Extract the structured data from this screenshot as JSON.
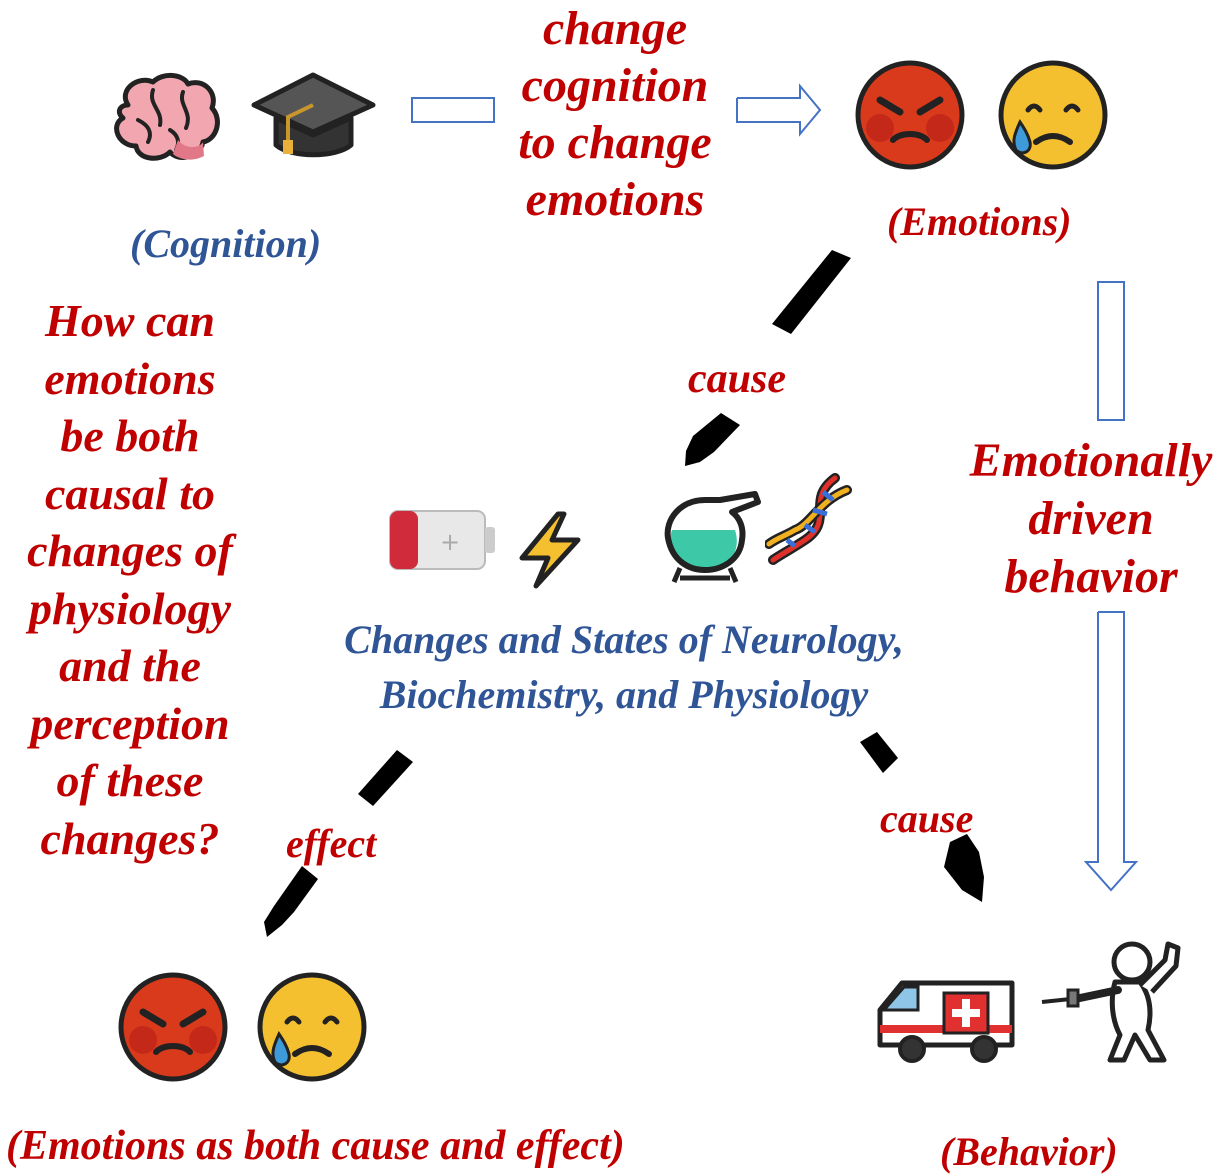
{
  "labels": {
    "cognition": "(Cognition)",
    "emotions_top": "(Emotions)",
    "change_top": [
      "change",
      "cognition",
      "to change",
      "emotions"
    ],
    "question": [
      "How can",
      "emotions",
      "be both",
      "causal to",
      "changes of",
      "physiology",
      "and the",
      "perception",
      "of these",
      "changes?"
    ],
    "cause1": "cause",
    "cause2": "cause",
    "effect": "effect",
    "emotionally": [
      "Emotionally",
      "driven",
      "behavior"
    ],
    "changes_line1": "Changes and States of Neurology,",
    "changes_line2": "Biochemistry, and Physiology",
    "emotions_bottom": "(Emotions as both cause and effect)",
    "behavior": "(Behavior)"
  },
  "icons": {
    "cognition": [
      "brain-icon",
      "graduation-cap-icon"
    ],
    "emotions_top": [
      "angry-face-icon",
      "crying-face-icon"
    ],
    "physiology": [
      "battery-icon",
      "lightning-icon",
      "flask-icon",
      "dna-icon"
    ],
    "emotions_bottom": [
      "angry-face-icon",
      "crying-face-icon"
    ],
    "behavior": [
      "ambulance-icon",
      "fencer-icon"
    ]
  },
  "colors": {
    "red_text": "#c00000",
    "blue_text": "#2f5597",
    "outline_arrow": "#4472c4",
    "solid_arrow": "#000000"
  }
}
